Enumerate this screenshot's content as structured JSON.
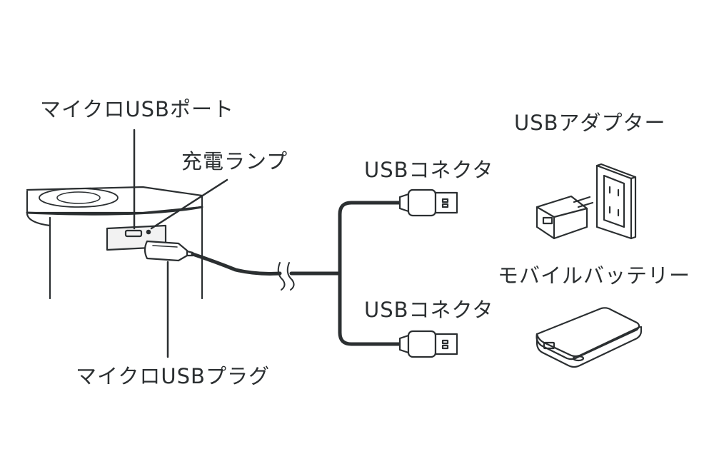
{
  "labels": {
    "micro_usb_port": "マイクロUSBポート",
    "charge_lamp": "充電ランプ",
    "usb_connector_top": "USBコネクタ",
    "usb_connector_bottom": "USBコネクタ",
    "usb_adapter": "USBアダプター",
    "mobile_battery": "モバイルバッテリー",
    "micro_usb_plug": "マイクロUSBプラグ"
  },
  "colors": {
    "line": "#2b2f31",
    "device_fill": "#f2f2f2",
    "background": "#ffffff"
  }
}
